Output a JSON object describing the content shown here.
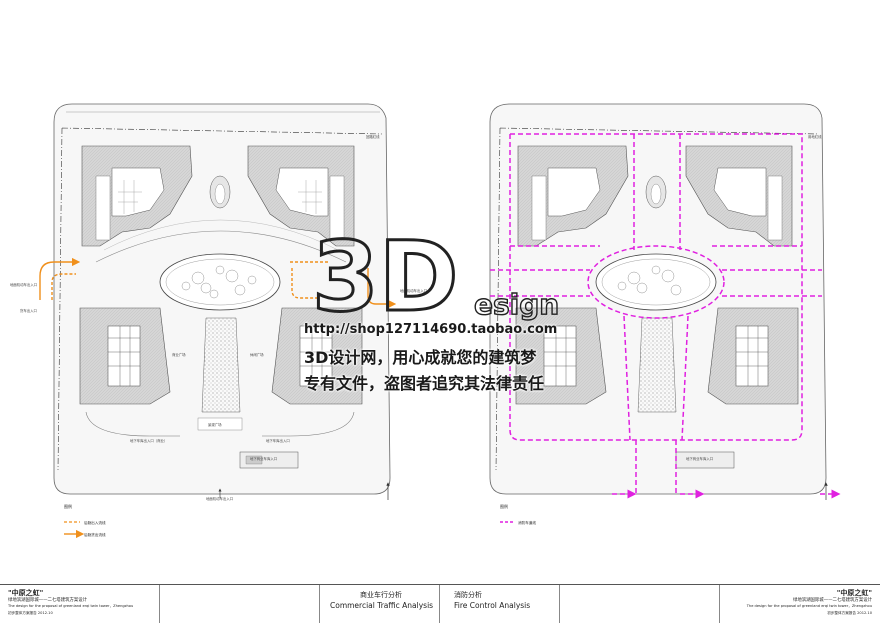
{
  "left_plan": {
    "label_top_right": "回路红线",
    "entry_labels": [
      "地面机动车出入口",
      "货车出入口"
    ],
    "right_entry_label": "地面机动车出入口",
    "center_labels": [
      "商业广场",
      "休闲广场",
      "景观广场"
    ],
    "ramp_labels": [
      "地下车库出入口（商业）",
      "地下车库出入口"
    ],
    "bottom_label": "地面机动车出入口",
    "parking_label": "地下商业车库入口",
    "legend": {
      "title": "图例",
      "items": [
        "后勤出入流线",
        "后勤货出流线"
      ]
    }
  },
  "right_plan": {
    "label_top_right": "用地红线",
    "parking_label": "地下商业车库入口",
    "legend": {
      "title": "图例",
      "items": [
        "消防车道线"
      ]
    }
  },
  "watermark": {
    "logo": "3D",
    "logo_sub": "esign",
    "url": "http://shop127114690.taobao.com",
    "line2": "3D设计网，用心成就您的建筑梦",
    "line3": "专有文件，盗图者追究其法律责任"
  },
  "title_block": {
    "left": {
      "project": "\"中原之虹\"",
      "subtitle": "绿地滨湖国际城——二七塔建筑方案设计",
      "english": "The design for the proposal of greenland erqi twin tower，Zhengzhou",
      "date": "初步整体方案报告  2012.10"
    },
    "center_left": {
      "cn": "商业车行分析",
      "en": "Commercial Traffic Analysis"
    },
    "center_right": {
      "cn": "消防分析",
      "en": "Fire Control Analysis"
    },
    "right": {
      "project": "\"中原之虹\"",
      "subtitle": "绿地滨湖国际城——二七塔建筑方案设计",
      "english": "The design for the proposal of greenland erqi twin tower，Zhengzhou",
      "date": "初步整体方案报告  2012.10"
    }
  },
  "colors": {
    "traffic": "#f0901c",
    "fire": "#e020e0",
    "line": "#555555",
    "building": "#d9d9d9"
  }
}
